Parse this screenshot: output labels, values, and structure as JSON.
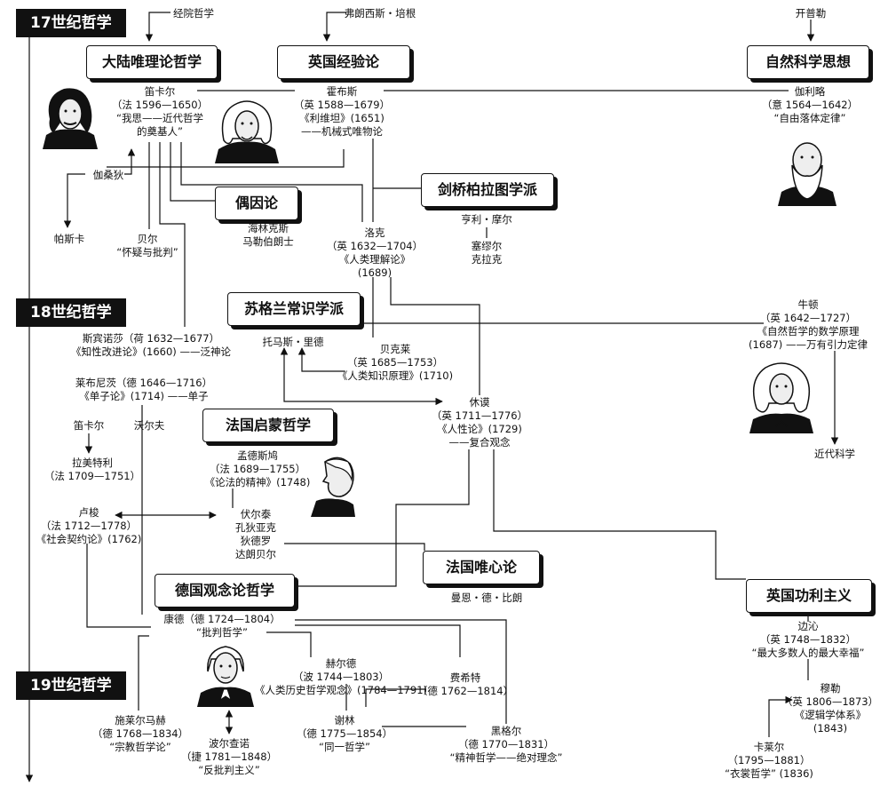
{
  "eras": {
    "e17": "17世纪哲学",
    "e18": "18世纪哲学",
    "e19": "19世纪哲学"
  },
  "boxes": {
    "continental": "大陆唯理论哲学",
    "british": "英国经验论",
    "natural": "自然科学思想",
    "occasional": "偶因论",
    "cambridge": "剑桥柏拉图学派",
    "scottish": "苏格兰常识学派",
    "french_enl": "法国启蒙哲学",
    "french_ideal": "法国唯心论",
    "german": "德国观念论哲学",
    "utilitarian": "英国功利主义"
  },
  "sources": {
    "scholastic": "经院哲学",
    "bacon": "弗朗西斯・培根",
    "kepler": "开普勒"
  },
  "people": {
    "descartes": [
      "笛卡尔",
      "（法 1596—1650）",
      "“我思——近代哲学",
      "的奠基人”"
    ],
    "hobbes": [
      "霍布斯",
      "（英 1588—1679）",
      "《利维坦》(1651)",
      "——机械式唯物论"
    ],
    "galileo": [
      "伽利略",
      "（意 1564—1642）",
      "“自由落体定律”"
    ],
    "gassendi": [
      "伽桑狄"
    ],
    "pascal": [
      "帕斯卡"
    ],
    "bayle": [
      "贝尔",
      "“怀疑与批判”"
    ],
    "geulincx": [
      "海林克斯",
      "马勒伯朗士"
    ],
    "locke": [
      "洛克",
      "（英 1632—1704）",
      "《人类理解论》",
      "(1689)"
    ],
    "cambridge_members": [
      "亨利・摩尔"
    ],
    "cambridge_members2": [
      "塞缪尔",
      "克拉克"
    ],
    "newton": [
      "牛顿",
      "（英 1642—1727）",
      "《自然哲学的数学原理",
      "(1687) ——万有引力定律"
    ],
    "modern_science": [
      "近代科学"
    ],
    "spinoza": [
      "斯宾诺莎（荷 1632—1677）",
      "《知性改进论》(1660) ——泛神论"
    ],
    "reid": [
      "托马斯・里德"
    ],
    "berkeley": [
      "贝克莱",
      "（英 1685—1753）",
      "《人类知识原理》(1710)"
    ],
    "leibniz": [
      "莱布尼茨（德 1646—1716）",
      "《单子论》(1714) ——单子"
    ],
    "hume": [
      "休谟",
      "（英 1711—1776）",
      "《人性论》(1729)",
      "——复合观念"
    ],
    "condillac": [
      "笛卡尔"
    ],
    "wolff": [
      "沃尔夫"
    ],
    "lamettrie": [
      "拉美特利",
      "（法 1709—1751）"
    ],
    "montesquieu": [
      "孟德斯鸠",
      "（法 1689—1755）",
      "《论法的精神》(1748)"
    ],
    "rousseau": [
      "卢梭",
      "（法 1712—1778）",
      "《社会契约论》(1762)"
    ],
    "voltaire": [
      "伏尔泰",
      "孔狄亚克",
      "狄德罗",
      "达朗贝尔"
    ],
    "maine": [
      "曼恩・德・比朗"
    ],
    "kant": [
      "康德（德 1724—1804）",
      "“批判哲学”"
    ],
    "herder": [
      "赫尔德",
      "（波 1744—1803）",
      "《人类历史哲学观念》(1784—1791)"
    ],
    "fichte": [
      "费希特",
      "（德 1762—1814）"
    ],
    "bentham": [
      "边沁",
      "（英 1748—1832）",
      "“最大多数人的最大幸福”"
    ],
    "mill": [
      "穆勒",
      "（英 1806—1873）",
      "《逻辑学体系》",
      "(1843)"
    ],
    "schleiermacher": [
      "施莱尔马赫",
      "（德 1768—1834）",
      "“宗教哲学论”"
    ],
    "schelling": [
      "谢林",
      "（德 1775—1854）",
      "“同一哲学”"
    ],
    "hegel": [
      "黑格尔",
      "（德 1770—1831）",
      "“精神哲学——绝对理念”"
    ],
    "bolzano": [
      "波尔查诺",
      "（捷 1781—1848）",
      "“反批判主义”"
    ],
    "carlyle": [
      "卡莱尔",
      "（1795—1881）",
      "“衣裳哲学” (1836)"
    ]
  }
}
